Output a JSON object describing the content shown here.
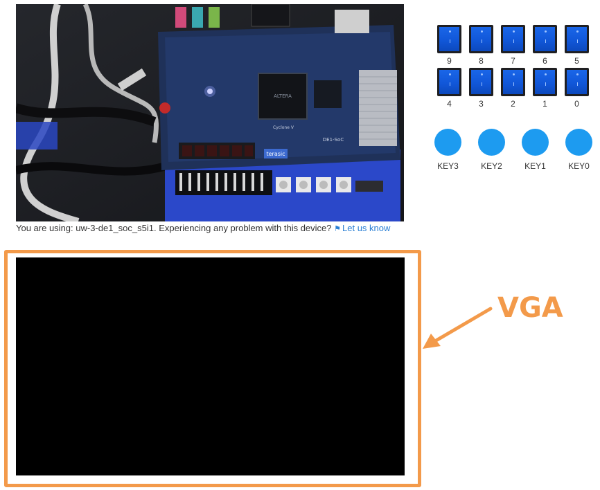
{
  "device": {
    "prefix": "You are using: uw-3-de1_soc_s5i1. Experiencing any problem with this device?",
    "report_link": "Let us know",
    "link_color": "#2a7fd4",
    "link_icon": "flag-icon"
  },
  "board": {
    "brand": "terasic",
    "model": "DE1-SoC",
    "chip": "Cyclone V"
  },
  "switches": {
    "top": [
      "9",
      "8",
      "7",
      "6",
      "5"
    ],
    "bottom": [
      "4",
      "3",
      "2",
      "1",
      "0"
    ],
    "color": "#1157d9"
  },
  "keys": {
    "labels": [
      "KEY3",
      "KEY2",
      "KEY1",
      "KEY0"
    ],
    "color": "#1d9bf0"
  },
  "vga": {
    "annotation": "VGA",
    "accent": "#f39a4a",
    "screen_color": "#000000"
  }
}
